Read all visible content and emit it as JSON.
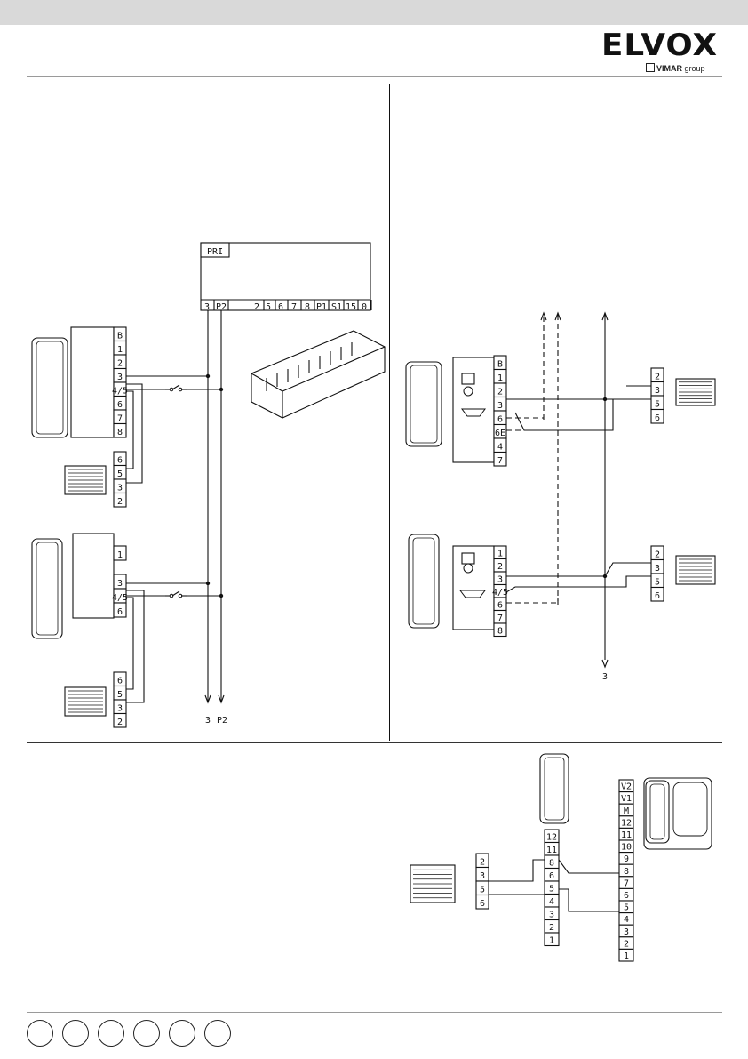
{
  "header": {
    "brand": "ELVOX",
    "sub_brand": "VIMAR",
    "sub_brand_suffix": "group"
  },
  "power_supply": {
    "label": "PRI",
    "terminals": [
      "3",
      "P2",
      "2",
      "5",
      "6",
      "7",
      "8",
      "P1",
      "S1",
      "15",
      "0"
    ],
    "outputs": [
      "3",
      "P2"
    ]
  },
  "left_panel": {
    "interphone_a_terminals": [
      "B",
      "1",
      "2",
      "3",
      "4/5",
      "6",
      "7",
      "8"
    ],
    "doorset_a_terminals": [
      "6",
      "5",
      "3",
      "2"
    ],
    "interphone_b_terminals": [
      "1",
      "3",
      "4/5",
      "6"
    ],
    "doorset_b_terminals": [
      "6",
      "5",
      "3",
      "2"
    ]
  },
  "right_panel": {
    "interphone_a_terminals": [
      "B",
      "1",
      "2",
      "3",
      "6",
      "6E",
      "4",
      "7"
    ],
    "doorset_a_terminals": [
      "2",
      "3",
      "5",
      "6"
    ],
    "interphone_b_terminals": [
      "1",
      "2",
      "3",
      "4/5",
      "6",
      "7",
      "8"
    ],
    "doorset_b_terminals": [
      "2",
      "3",
      "5",
      "6"
    ],
    "bus_label": "3"
  },
  "bottom_panel": {
    "doorset_terminals": [
      "2",
      "3",
      "5",
      "6"
    ],
    "mid_terminals": [
      "12",
      "11",
      "8",
      "6",
      "5",
      "4",
      "3",
      "2",
      "1"
    ],
    "monitor_terminals": [
      "V2",
      "V1",
      "M",
      "12",
      "11",
      "10",
      "9",
      "8",
      "7",
      "6",
      "5",
      "4",
      "3",
      "2",
      "1"
    ]
  },
  "footer": {
    "language_circles": [
      "",
      "",
      "",
      "",
      "",
      ""
    ]
  }
}
